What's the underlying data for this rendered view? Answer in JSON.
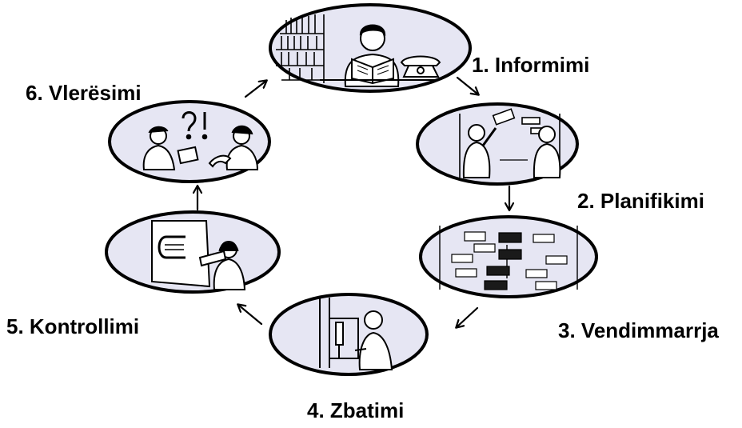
{
  "steps": [
    {
      "number": 1,
      "label": "1. Informimi"
    },
    {
      "number": 2,
      "label": "2. Planifikimi"
    },
    {
      "number": 3,
      "label": "3. Vendimmarrja"
    },
    {
      "number": 4,
      "label": "4. Zbatimi"
    },
    {
      "number": 5,
      "label": "5. Kontrollimi"
    },
    {
      "number": 6,
      "label": "6. Vlerësimi"
    }
  ],
  "colors": {
    "ellipse_fill": "#e6e6f3",
    "ink": "#000000",
    "background": "#ffffff",
    "card_dark": "#1a1a1a"
  }
}
